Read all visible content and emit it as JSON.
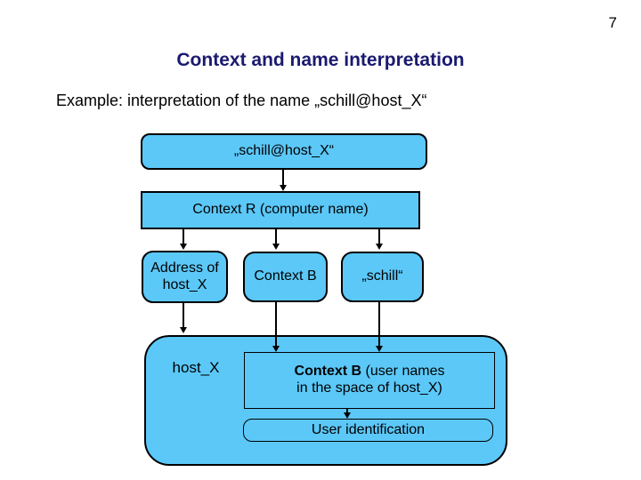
{
  "page_number": "7",
  "header": {
    "title": "Context and name interpretation",
    "example": "Example: interpretation of the name „schill@host_X“"
  },
  "diagram": {
    "name_box": "„schill@host_X“",
    "context_r_box": "Context R (computer name)",
    "address_box_line1": "Address of",
    "address_box_line2": "host_X",
    "context_b_box": "Context B",
    "schill_box": "„schill“",
    "host_x_label": "host_X",
    "user_context_box_bold": "Context B",
    "user_context_box_rest": " (user names",
    "user_context_box_line2": "in the space of host_X)",
    "user_id_box": "User identification"
  },
  "colors": {
    "box_fill": "#5BC8F8",
    "box_border": "#000000",
    "title_text": "#1A1A70",
    "body_text": "#000000",
    "background": "#FFFFFF"
  }
}
